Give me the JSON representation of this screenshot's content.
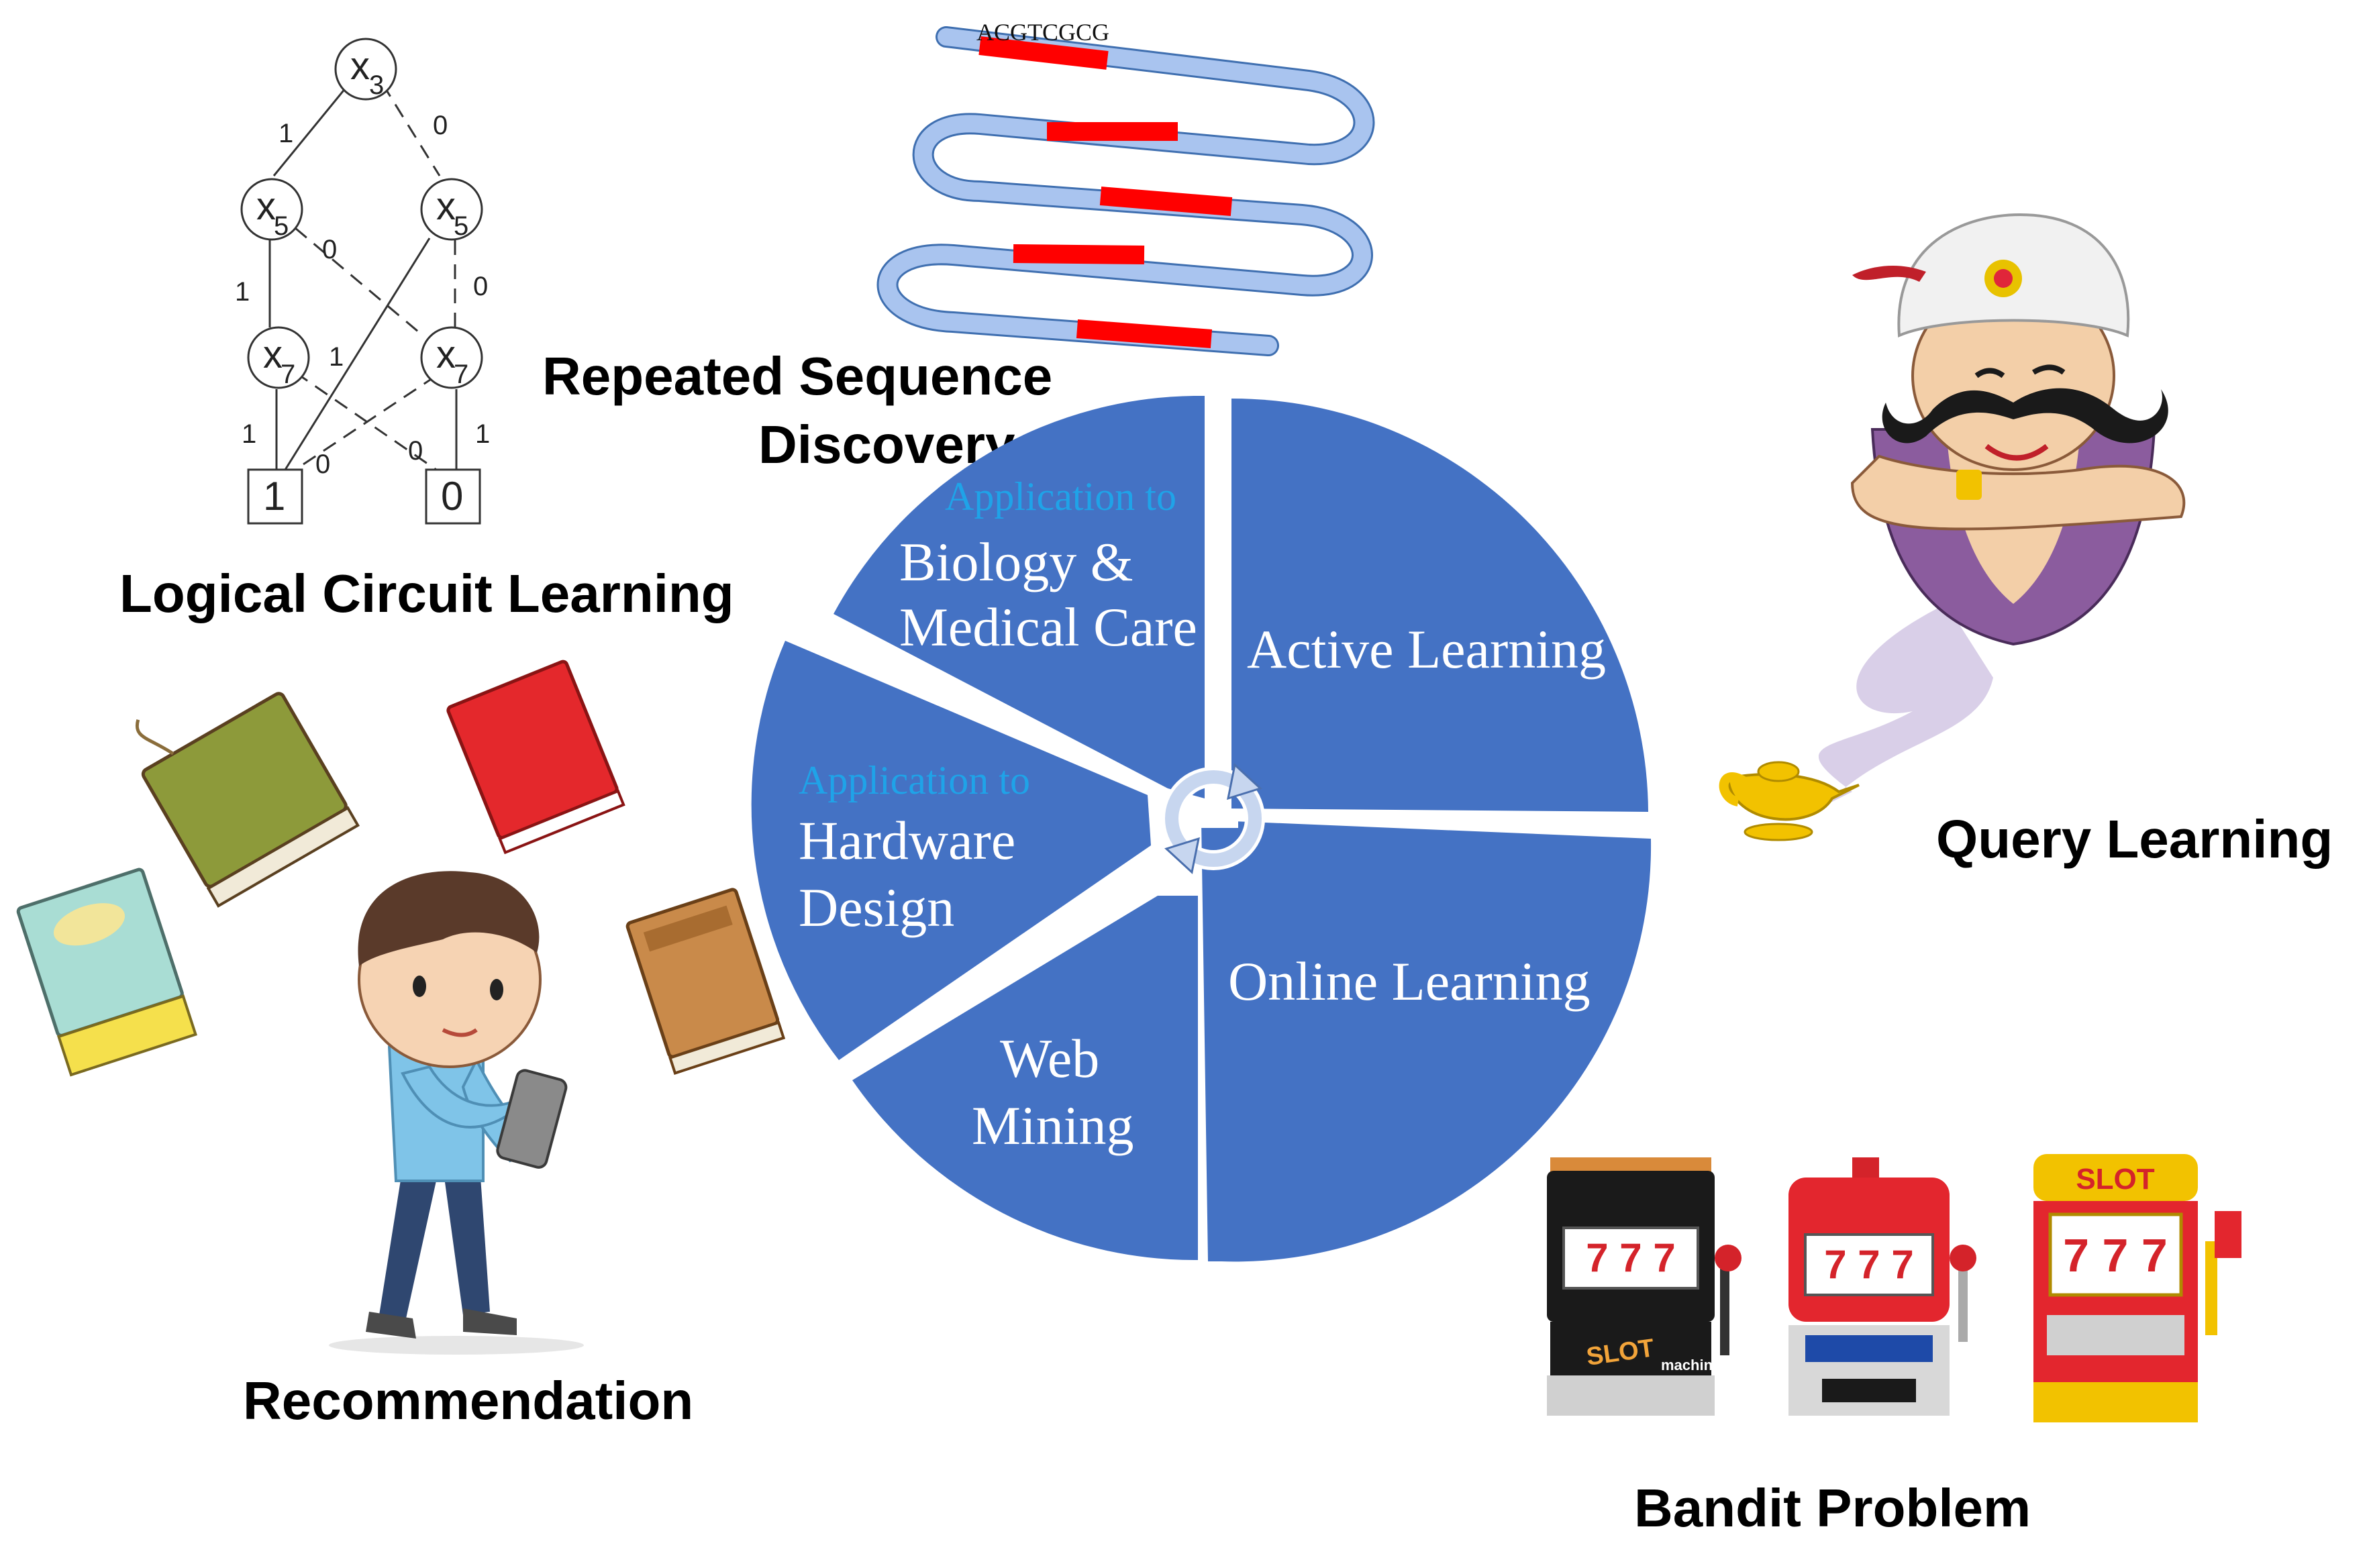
{
  "labels": {
    "logical_circuit": "Logical Circuit Learning",
    "repeated_sequence_line1": "Repeated Sequence",
    "repeated_sequence_line2": "Discovery",
    "query_learning": "Query Learning",
    "recommendation": "Recommendation",
    "bandit_problem": "Bandit Problem"
  },
  "dna": {
    "sequence": "ACGTCGCG"
  },
  "pie": {
    "biology": {
      "sub": "Application to",
      "line1": "Biology &",
      "line2": "Medical Care"
    },
    "active": {
      "line1": "Active Learning"
    },
    "hardware": {
      "sub": "Application to",
      "line1": "Hardware",
      "line2": "Design"
    },
    "online": {
      "line1": "Online Learning"
    },
    "web": {
      "line1": "Web",
      "line2": "Mining"
    }
  },
  "bdd": {
    "x3": "x",
    "x3_sub": "3",
    "x5a": "x",
    "x5a_sub": "5",
    "x5b": "x",
    "x5b_sub": "5",
    "x7a": "x",
    "x7a_sub": "7",
    "x7b": "x",
    "x7b_sub": "7",
    "term1": "1",
    "term0": "0",
    "e1": "1",
    "e2": "0",
    "e3": "0",
    "e4": "1",
    "e5": "0",
    "e6": "1",
    "e7": "1",
    "e8": "0",
    "e9": "0",
    "e10": "1"
  },
  "slots": {
    "m1_reels": "7 7 7",
    "m1_sign": "SLOT",
    "m1_sign_sub": "machine",
    "m2_reels": "7 7 7",
    "m3_sign": "SLOT",
    "m3_reels": "7 7 7"
  },
  "colors": {
    "pie_blue": "#4472c4",
    "sub_text": "#1fa3e8",
    "dna_strand": "#a9c4ef",
    "dna_mark": "#ff0000"
  }
}
